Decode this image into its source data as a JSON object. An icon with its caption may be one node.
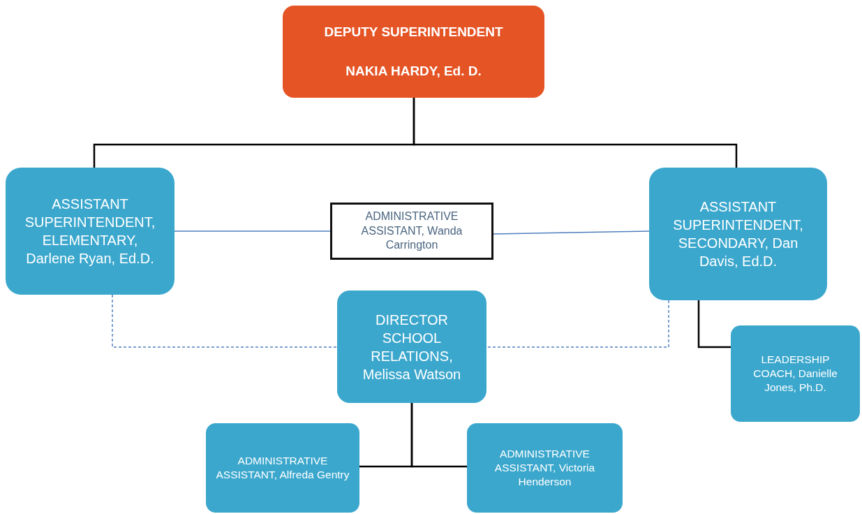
{
  "diagram": {
    "nodes": [
      {
        "text": [
          "DEPUTY SUPERINTENDENT",
          "NAKIA HARDY, Ed. D."
        ]
      },
      {
        "text": [
          "ASSISTANT SUPERINTENDENT, ELEMENTARY, Darlene Ryan, Ed.D."
        ]
      },
      {
        "text": [
          "ADMINISTRATIVE ASSISTANT, Wanda Carrington"
        ]
      },
      {
        "text": [
          "ASSISTANT SUPERINTENDENT, SECONDARY, Dan Davis, Ed.D."
        ]
      },
      {
        "text": [
          "DIRECTOR SCHOOL RELATIONS, Melissa Watson"
        ]
      },
      {
        "text": [
          "LEADERSHIP COACH, Danielle Jones, Ph.D."
        ]
      },
      {
        "text": [
          "ADMINISTRATIVE ASSISTANT, Alfreda Gentry"
        ]
      },
      {
        "text": [
          "ADMINISTRATIVE ASSISTANT, Victoria Henderson"
        ]
      }
    ],
    "edges": [
      {
        "from": 0,
        "to": 1,
        "arrow": "none"
      },
      {
        "from": 0,
        "to": 3,
        "arrow": "none"
      },
      {
        "from": 1,
        "to": 2,
        "arrow": "none",
        "color": "#4f7fbf"
      },
      {
        "from": 2,
        "to": 3,
        "arrow": "none",
        "color": "#4f7fbf"
      },
      {
        "from": 1,
        "to": 4,
        "arrow": "none",
        "style": "dashed",
        "color": "#4f7fbf"
      },
      {
        "from": 3,
        "to": 4,
        "arrow": "none",
        "style": "dashed",
        "color": "#4f7fbf"
      },
      {
        "from": 3,
        "to": 5,
        "arrow": "none"
      },
      {
        "from": 4,
        "to": 6,
        "arrow": "none"
      },
      {
        "from": 4,
        "to": 7,
        "arrow": "none"
      }
    ]
  }
}
